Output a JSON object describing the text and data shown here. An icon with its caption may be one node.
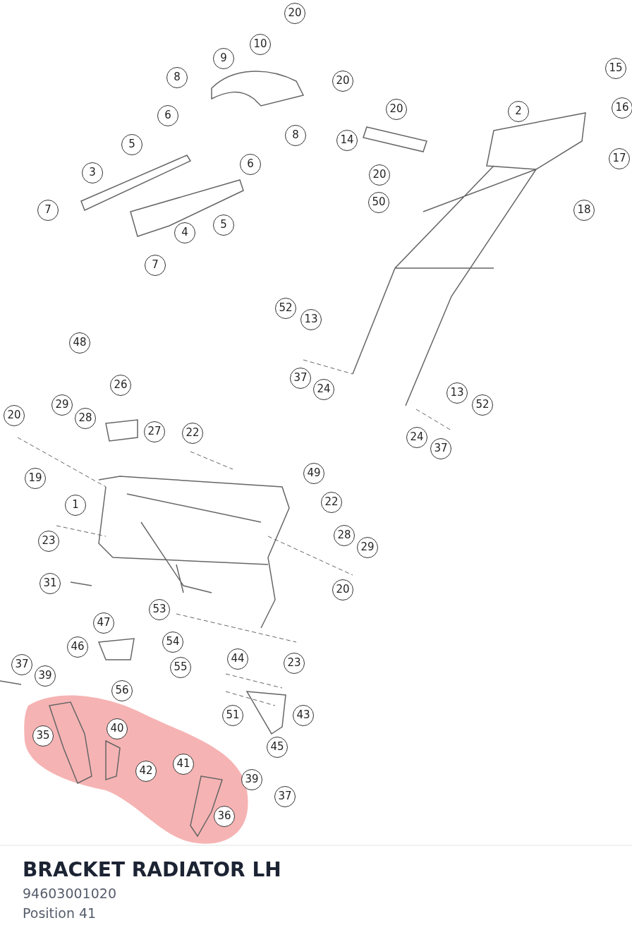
{
  "diagram": {
    "title": "BRACKET RADIATOR LH",
    "labels": [
      "20",
      "10",
      "9",
      "8",
      "20",
      "15",
      "6",
      "20",
      "2",
      "16",
      "5",
      "8",
      "14",
      "17",
      "3",
      "6",
      "20",
      "50",
      "18",
      "7",
      "5",
      "4",
      "7",
      "52",
      "13",
      "48",
      "26",
      "37",
      "24",
      "13",
      "52",
      "29",
      "20",
      "28",
      "27",
      "22",
      "24",
      "37",
      "49",
      "19",
      "22",
      "1",
      "28",
      "23",
      "29",
      "31",
      "20",
      "53",
      "47",
      "54",
      "46",
      "44",
      "23",
      "37",
      "55",
      "39",
      "56",
      "51",
      "43",
      "40",
      "35",
      "45",
      "41",
      "42",
      "39",
      "37",
      "36",
      "94603001020",
      "Position 41"
    ]
  }
}
